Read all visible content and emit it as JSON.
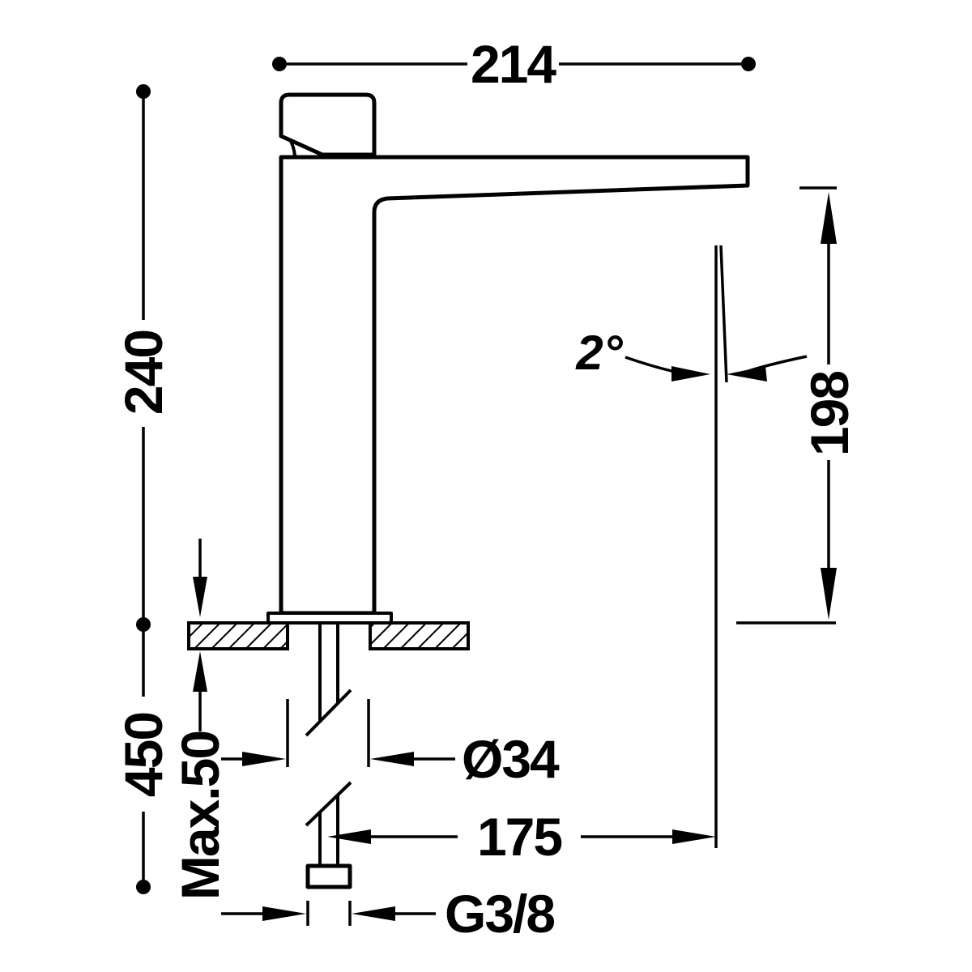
{
  "diagram": {
    "type": "technical-dimension-drawing",
    "subject": "single-lever basin mixer tap, side elevation with installation dimensions",
    "colors": {
      "line": "#000000",
      "background": "#ffffff"
    },
    "labels": {
      "overall_width": "214",
      "body_height": "240",
      "outlet_height": "198",
      "overall_height": "450",
      "max_deck_thickness": "Max.50",
      "shank_diameter": "Ø34",
      "outlet_reach": "175",
      "inlet_thread": "G3/8",
      "outlet_angle": "2°"
    }
  }
}
